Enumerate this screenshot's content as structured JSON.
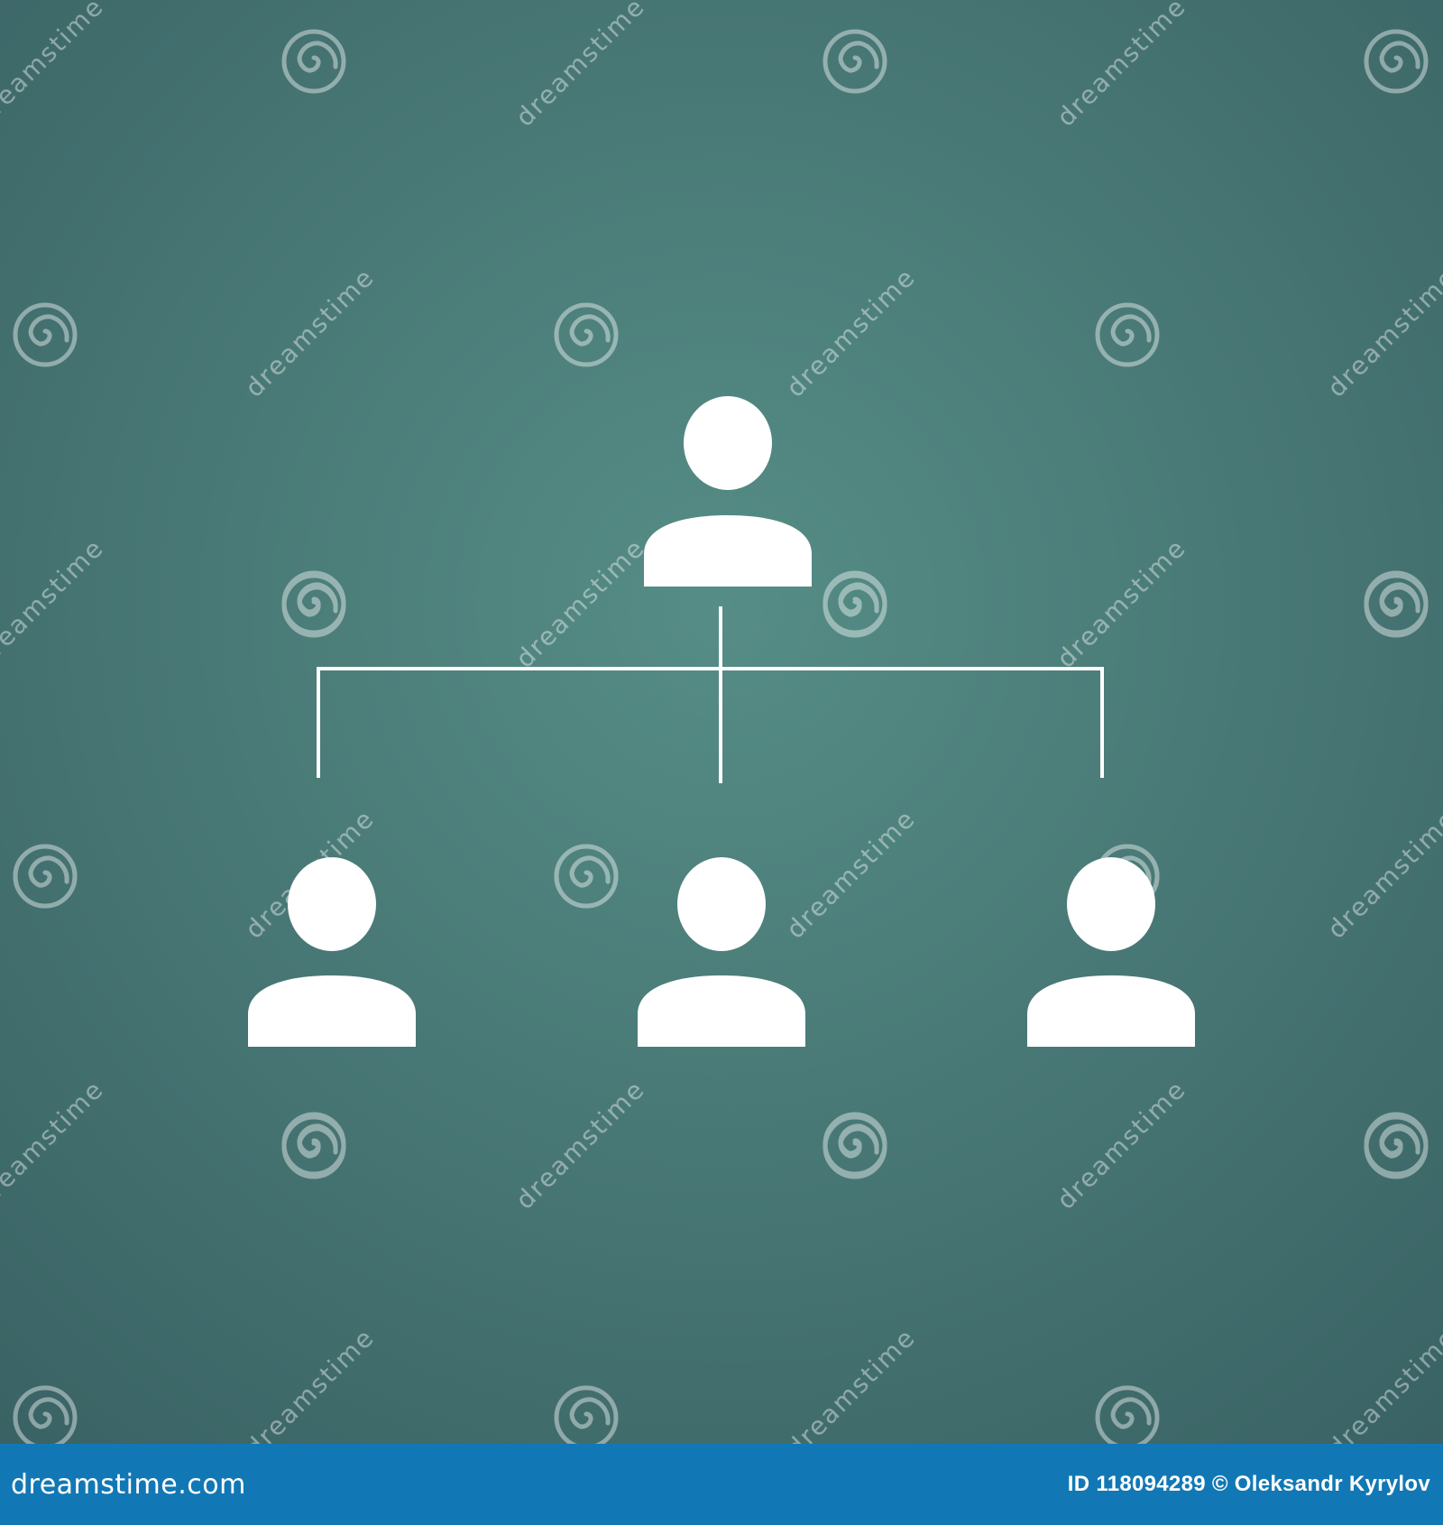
{
  "colors": {
    "background_light": "#568d86",
    "background_dark": "#365d60",
    "figure": "#ffffff",
    "footer": "#1278b5"
  },
  "diagram": {
    "type": "org-chart",
    "nodes": [
      {
        "id": "top",
        "icon": "person-icon",
        "level": 0
      },
      {
        "id": "left",
        "icon": "person-icon",
        "level": 1
      },
      {
        "id": "center",
        "icon": "person-icon",
        "level": 1
      },
      {
        "id": "right",
        "icon": "person-icon",
        "level": 1
      }
    ],
    "edges": [
      {
        "from": "top",
        "to": "left"
      },
      {
        "from": "top",
        "to": "center"
      },
      {
        "from": "top",
        "to": "right"
      }
    ]
  },
  "watermark": {
    "text": "dreamstime",
    "icon": "spiral-logo-icon"
  },
  "footer": {
    "brand": "dreamstime.com",
    "credit": "ID 118094289 © Oleksandr Kyrylov"
  }
}
